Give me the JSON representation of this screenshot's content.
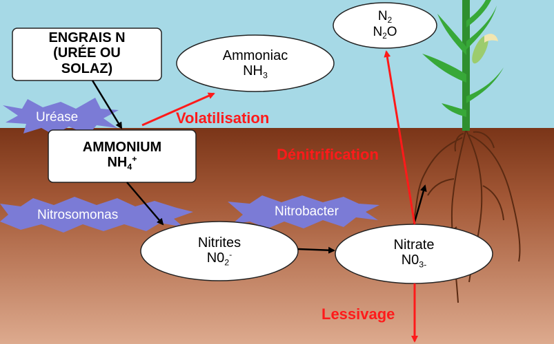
{
  "colors": {
    "sky": "#a6d9e6",
    "soil_top": "#7a3518",
    "soil_bottom": "#d9a387",
    "arrow_red": "#ff1a1a",
    "burst": "#7b7bd6",
    "plant": "#2f9a2f",
    "root": "#5a2a12"
  },
  "nodes": {
    "engrais": {
      "line1": "ENGRAIS N",
      "line2": "(URÉE OU",
      "line3": "SOLAZ)"
    },
    "ammoniac": {
      "name": "Ammoniac",
      "formula": "NH",
      "formula_sub": "3"
    },
    "n2": {
      "line1": "N",
      "line1_sub": "2",
      "line2a": "N",
      "line2_sub": "2",
      "line2b": "O"
    },
    "ammonium": {
      "name": "AMMONIUM",
      "formula": "NH",
      "formula_sub": "4",
      "formula_sup": "+"
    },
    "nitrites": {
      "name": "Nitrites",
      "formula": "N0",
      "formula_sub": "2",
      "formula_sup": "-"
    },
    "nitrate": {
      "name": "Nitrate",
      "formula": "N0",
      "formula_sub": "3-"
    }
  },
  "processes": {
    "volatilisation": "Volatilisation",
    "denitrification": "Dénitrification",
    "lessivage": "Lessivage"
  },
  "enzymes": {
    "urease": "Uréase",
    "nitrosomonas": "Nitrosomonas",
    "nitrobacter": "Nitrobacter"
  },
  "icons": {
    "plant": "maize-plant-icon",
    "roots": "roots-icon"
  }
}
